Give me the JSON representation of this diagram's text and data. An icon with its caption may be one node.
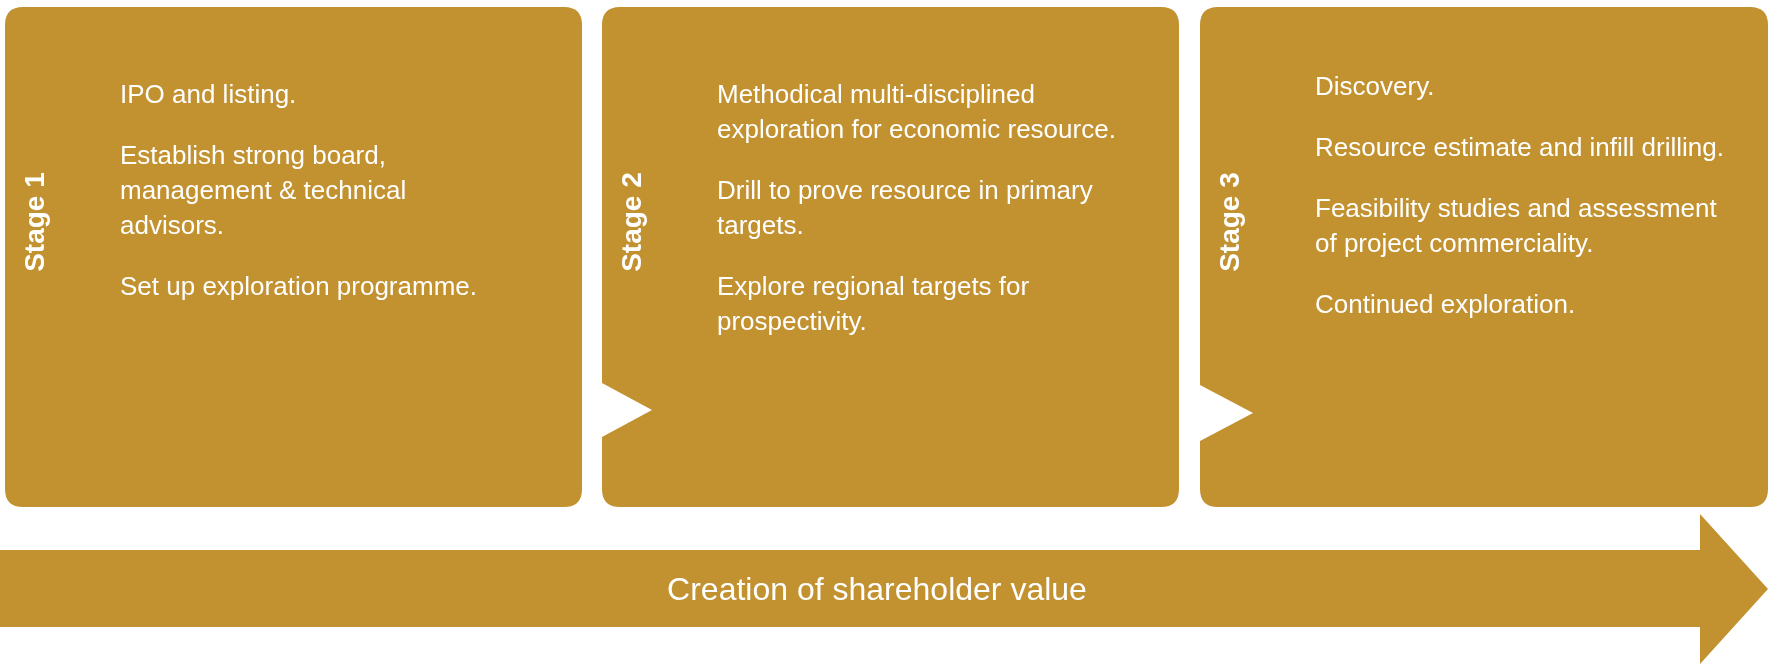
{
  "diagram": {
    "nodes": [
      {
        "text": [
          "Stage 1",
          "IPO and listing.",
          "Establish strong board, management & technical advisors.",
          "Set up exploration programme."
        ]
      },
      {
        "text": [
          "Stage 2",
          "Methodical multi-disciplined exploration for economic resource.",
          "Drill to prove resource in primary targets.",
          "Explore regional targets for prospectivity."
        ]
      },
      {
        "text": [
          "Stage 3",
          "Discovery.",
          "Resource estimate and infill drilling.",
          "Feasibility studies and assessment of project commerciality.",
          "Continued exploration."
        ]
      },
      {
        "text": [
          "Creation of shareholder value"
        ]
      }
    ]
  }
}
